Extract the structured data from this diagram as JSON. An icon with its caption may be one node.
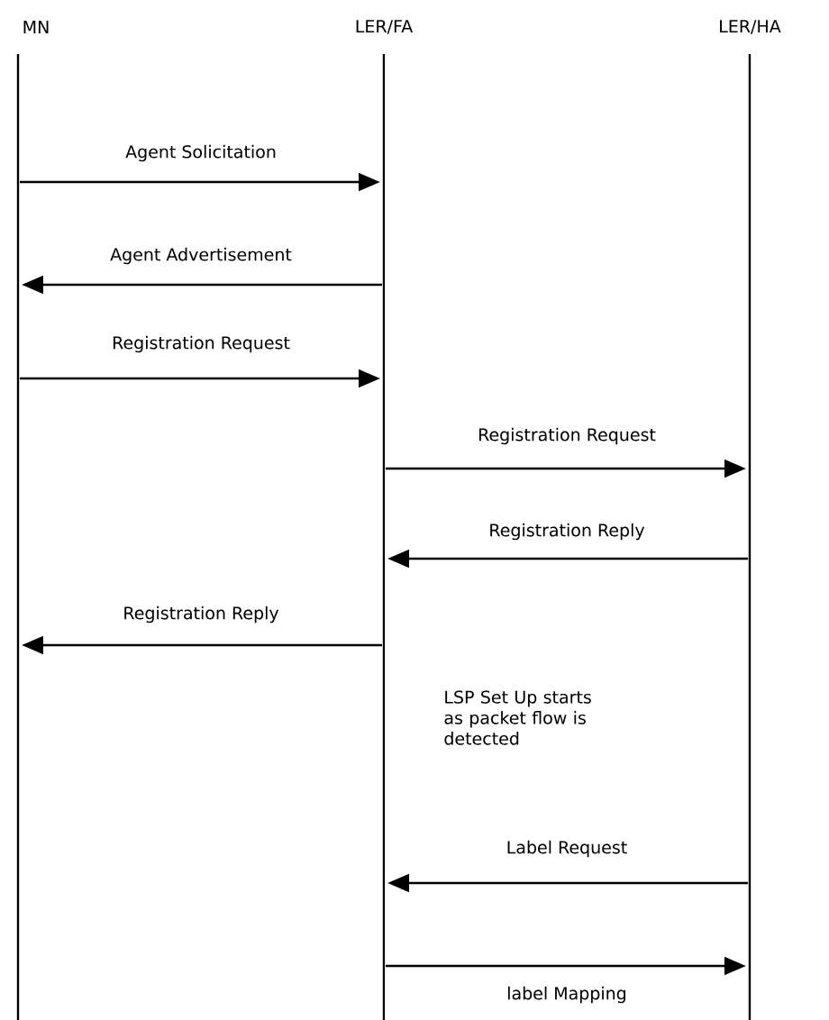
{
  "diagram": {
    "nodes": [
      {
        "text": [
          "MN"
        ]
      },
      {
        "text": [
          "LER/FA"
        ]
      },
      {
        "text": [
          "LER/HA"
        ]
      }
    ],
    "edges": [
      {
        "from": 0,
        "to": 1,
        "arrow": "to",
        "label": "Agent Solicitation"
      },
      {
        "from": 1,
        "to": 0,
        "arrow": "to",
        "label": "Agent Advertisement"
      },
      {
        "from": 0,
        "to": 1,
        "arrow": "to",
        "label": "Registration Request"
      },
      {
        "from": 1,
        "to": 2,
        "arrow": "to",
        "label": "Registration Request"
      },
      {
        "from": 2,
        "to": 1,
        "arrow": "to",
        "label": "Registration Reply"
      },
      {
        "from": 1,
        "to": 0,
        "arrow": "to",
        "label": "Registration Reply"
      },
      {
        "from": 2,
        "to": 1,
        "arrow": "to",
        "label": "Label Request"
      },
      {
        "from": 1,
        "to": 2,
        "arrow": "to",
        "label": "label Mapping"
      }
    ],
    "labels": [
      "LSP Set Up starts as packet flow is detected"
    ]
  }
}
